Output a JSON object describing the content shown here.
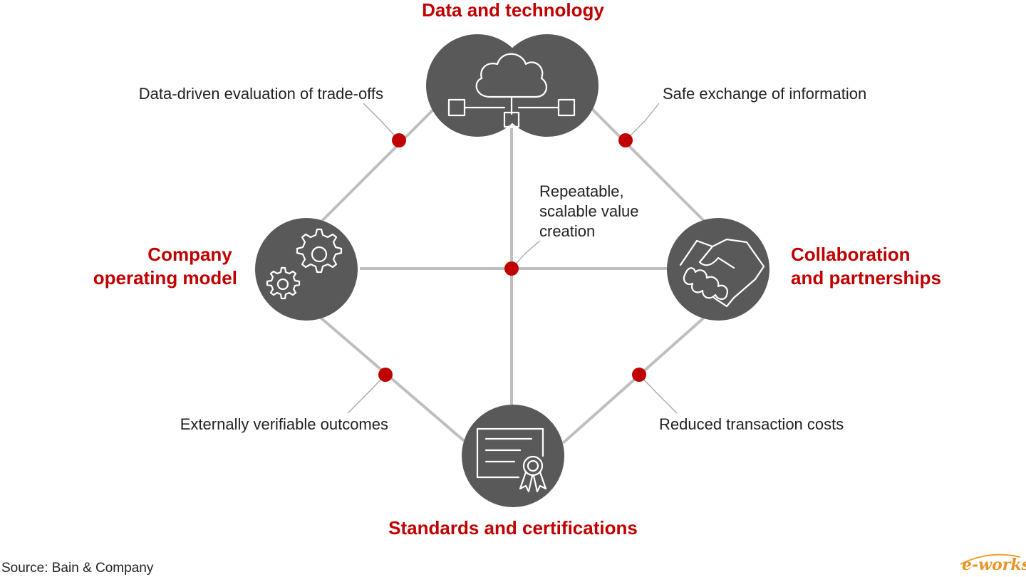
{
  "colors": {
    "accent": "#c00000",
    "node": "#595959",
    "connector": "#bfbfbf",
    "leader": "#a6a6a6",
    "text": "#222222"
  },
  "pillars": {
    "top": "Data and technology",
    "left": [
      "Company",
      "operating model"
    ],
    "right": [
      "Collaboration",
      "and partnerships"
    ],
    "bottom": "Standards and certifications"
  },
  "benefits": {
    "top_left": "Data-driven evaluation of trade-offs",
    "top_right": "Safe exchange of information",
    "center": [
      "Repeatable,",
      "scalable value",
      "creation"
    ],
    "bottom_left": "Externally verifiable outcomes",
    "bottom_right": "Reduced transaction costs"
  },
  "icons": {
    "top": "cloud-network-icon",
    "left": "gears-icon",
    "right": "handshake-icon",
    "bottom": "certificate-icon"
  },
  "source": "Source: Bain & Company",
  "watermark": "e-works"
}
